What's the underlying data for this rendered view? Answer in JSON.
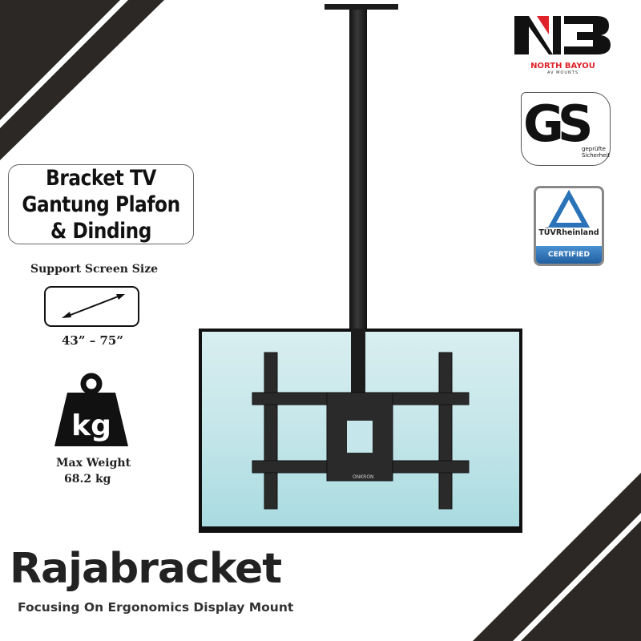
{
  "product_title": {
    "line1": "Bracket TV",
    "line2": "Gantung Plafon",
    "line3": "& Dinding"
  },
  "screen_size": {
    "label": "Support Screen Size",
    "value": "43” – 75”",
    "icon": "diagonal-arrow-icon"
  },
  "weight": {
    "icon": "weight-kg-icon",
    "icon_text": "kg",
    "label": "Max Weight",
    "value": "68.2 kg"
  },
  "logos": {
    "north_bayou": {
      "mark": "NB",
      "name": "NORTH BAYOU",
      "sub": "AV MOUNTS"
    },
    "gs": {
      "mark": "GS",
      "text1": "geprüfte",
      "text2": "Sicherheit"
    },
    "tuv": {
      "name": "TÜVRheinland",
      "badge": "CERTIFIED"
    },
    "bracket_brand": "ONKRON"
  },
  "brand": {
    "name": "Rajabracket",
    "tagline": "Focusing On Ergonomics Display Mount"
  },
  "colors": {
    "dark": "#2b2826",
    "red": "#e0232a",
    "tuv_blue": "#2a73b8",
    "screen": "#c5e6ea"
  }
}
